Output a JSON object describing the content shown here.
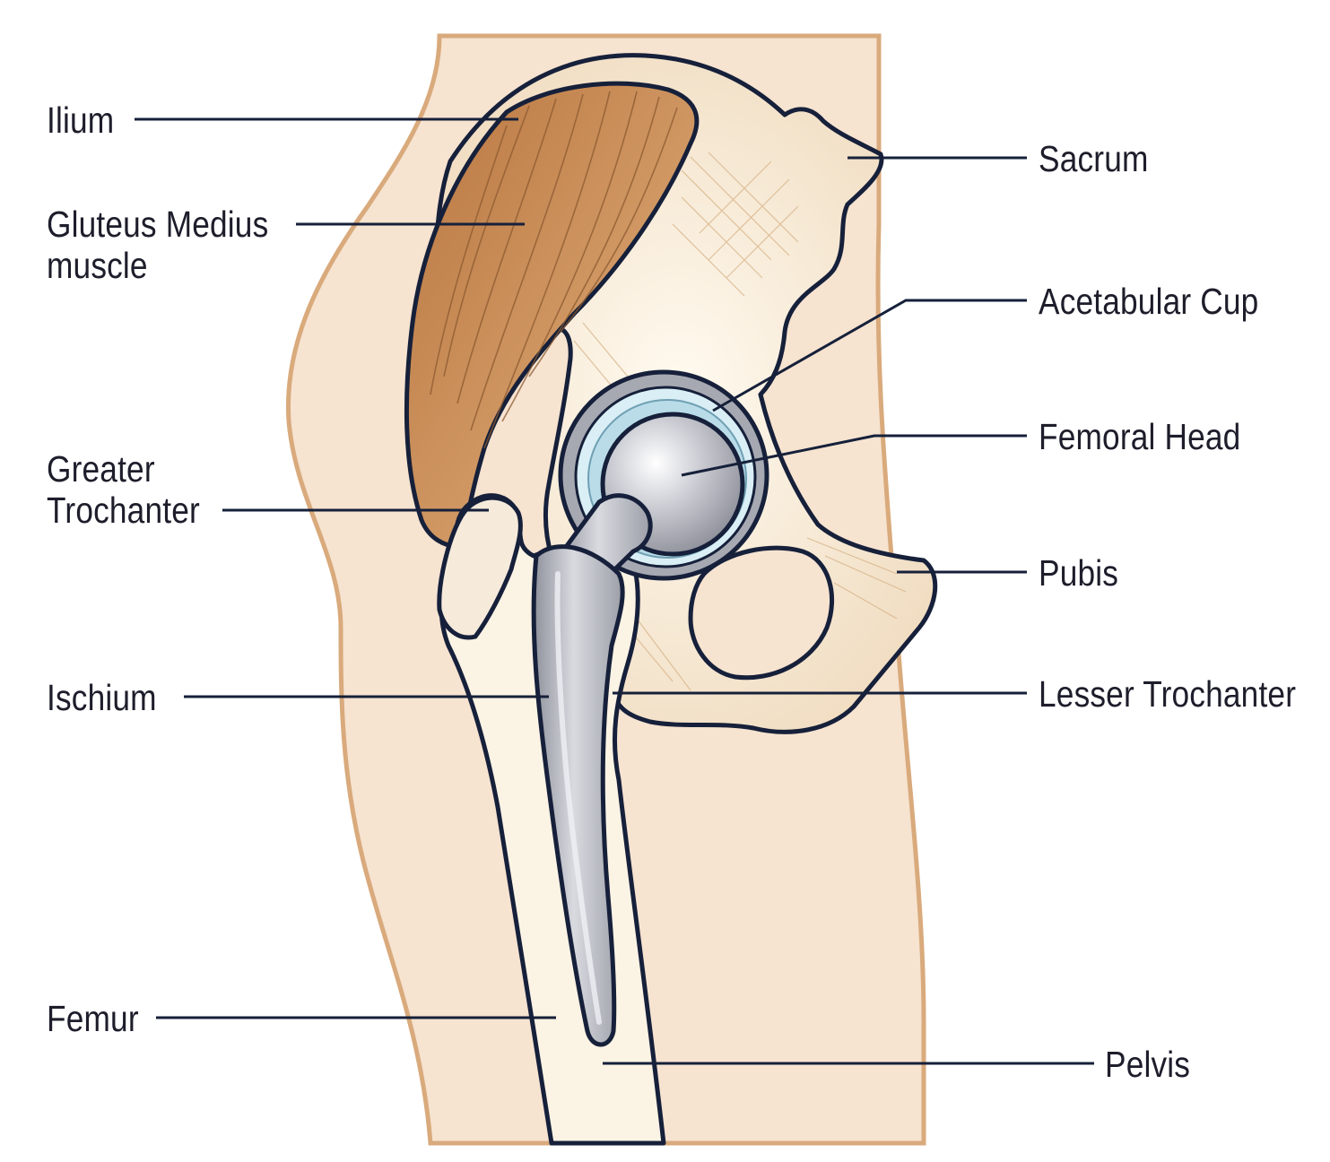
{
  "diagram": {
    "labels": {
      "ilium": "Ilium",
      "gluteus_line1": "Gluteus Medius",
      "gluteus_line2": "muscle",
      "greater_line1": "Greater",
      "greater_line2": "Trochanter",
      "ischium": "Ischium",
      "femur": "Femur",
      "sacrum": "Sacrum",
      "acetabular_cup": "Acetabular Cup",
      "femoral_head": "Femoral Head",
      "pubis": "Pubis",
      "lesser_trochanter": "Lesser Trochanter",
      "pelvis": "Pelvis"
    },
    "colors": {
      "skin": "#f6e3d0",
      "bone": "#fbf3e4",
      "bone_shade": "#e8c9a0",
      "muscle": "#c98a55",
      "implant_metal": "#a7a9b2",
      "cup_liner": "#b9dce8",
      "outline": "#16203a"
    }
  }
}
